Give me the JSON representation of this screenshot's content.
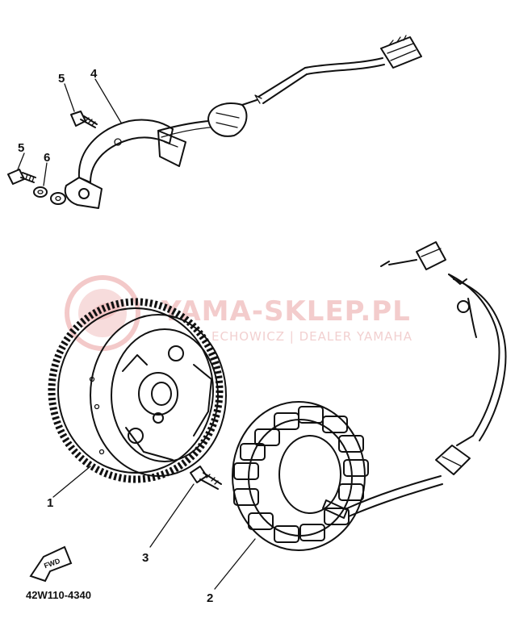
{
  "callouts": {
    "c1": "1",
    "c2": "2",
    "c3": "3",
    "c4": "4",
    "c5a": "5",
    "c5b": "5",
    "c6": "6"
  },
  "diagram_code": "42W110-4340",
  "fwd_label": "FWD",
  "watermark": {
    "title": "YAMA-SKLEP.PL",
    "subtitle": "ECHOWICZ | DEALER YAMAHA",
    "color": "#e8a0a0"
  }
}
